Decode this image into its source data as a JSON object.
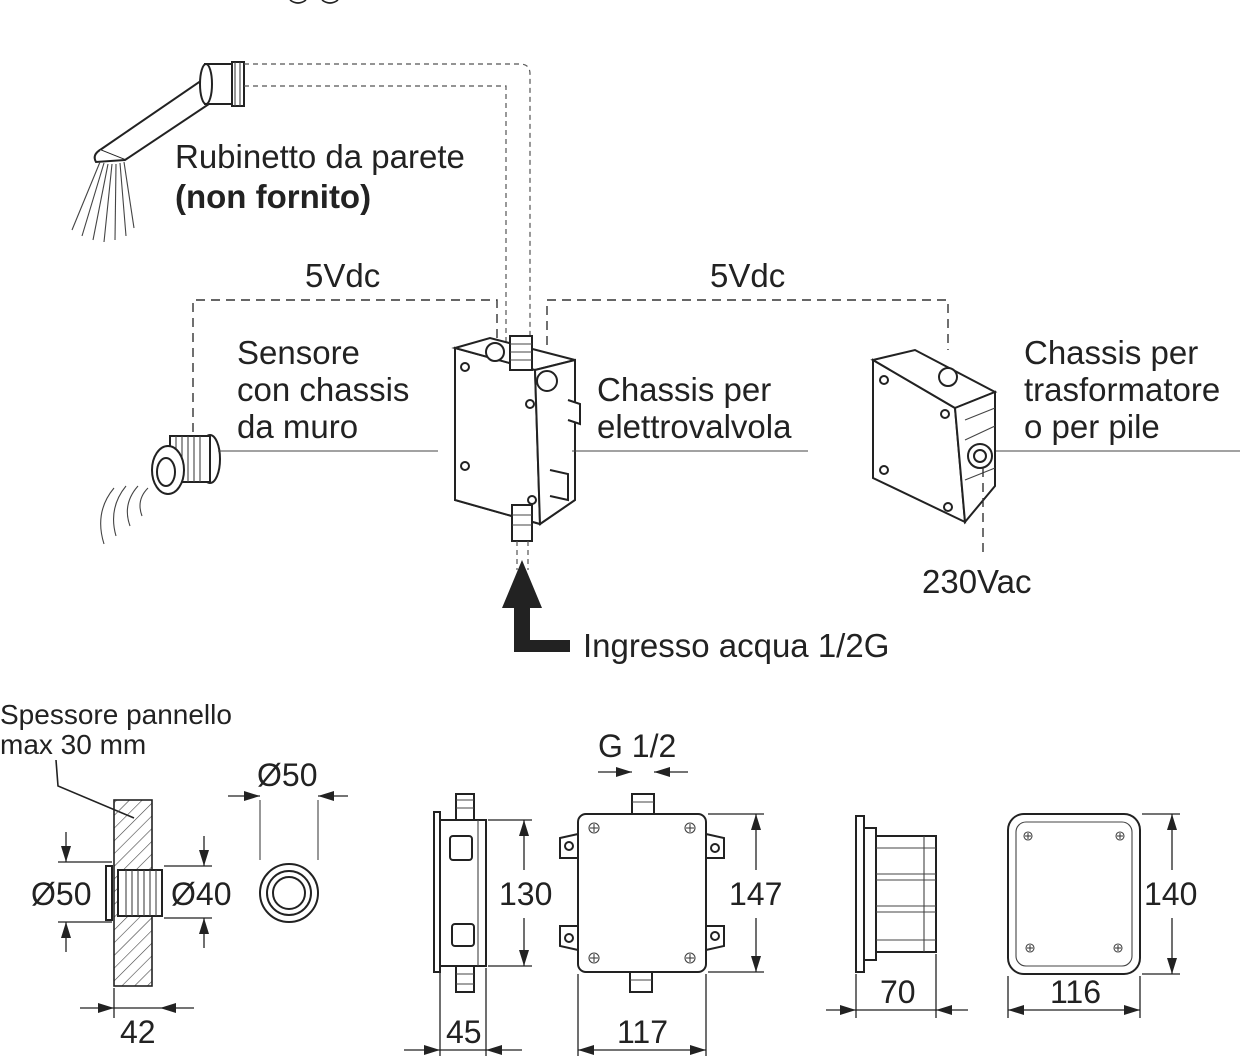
{
  "labels": {
    "faucet_line1": "Rubinetto da parete",
    "faucet_line2": "(non fornito)",
    "voltage_left": "5Vdc",
    "voltage_right": "5Vdc",
    "sensor_line1": "Sensore",
    "sensor_line2": "con chassis",
    "sensor_line3": "da muro",
    "valve_line1": "Chassis per",
    "valve_line2": "elettrovalvola",
    "transformer_line1": "Chassis per",
    "transformer_line2": "trasformatore",
    "transformer_line3": "o per pile",
    "mains": "230Vac",
    "water_inlet": "Ingresso acqua 1/2G",
    "panel_line1": "Spessore pannello",
    "panel_line2": "max 30 mm"
  },
  "dimensions": {
    "sensor_outer_diameter": "Ø50",
    "sensor_inner_diameter": "Ø40",
    "sensor_front_diameter": "Ø50",
    "sensor_depth": "42",
    "valve_thread": "G 1/2",
    "valve_side_height": "130",
    "valve_side_depth": "45",
    "valve_front_height": "147",
    "valve_front_width": "117",
    "transformer_depth": "70",
    "transformer_height": "140",
    "transformer_width": "116"
  },
  "colors": {
    "line": "#222222",
    "background": "#ffffff"
  }
}
